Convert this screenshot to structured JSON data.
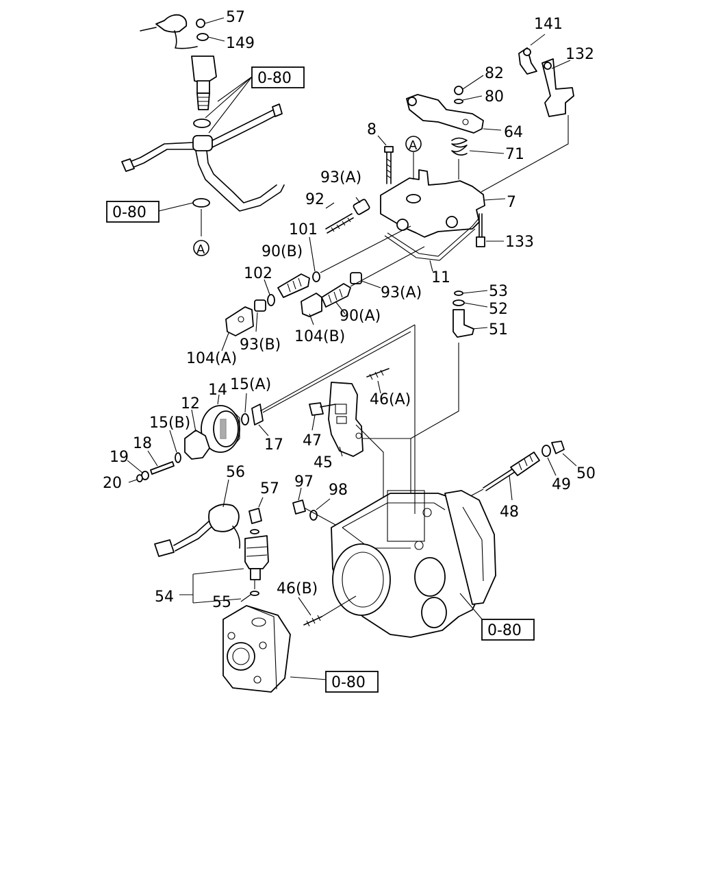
{
  "callouts": [
    {
      "id": "c57a",
      "text": "57"
    },
    {
      "id": "c149",
      "text": "149"
    },
    {
      "id": "c141",
      "text": "141"
    },
    {
      "id": "c132",
      "text": "132"
    },
    {
      "id": "c82",
      "text": "82"
    },
    {
      "id": "c80",
      "text": "80"
    },
    {
      "id": "c64",
      "text": "64"
    },
    {
      "id": "c8",
      "text": "8"
    },
    {
      "id": "c71",
      "text": "71"
    },
    {
      "id": "c93a1",
      "text": "93(A)"
    },
    {
      "id": "c7",
      "text": "7"
    },
    {
      "id": "c92",
      "text": "92"
    },
    {
      "id": "c101",
      "text": "101"
    },
    {
      "id": "c133",
      "text": "133"
    },
    {
      "id": "c90b",
      "text": "90(B)"
    },
    {
      "id": "c102",
      "text": "102"
    },
    {
      "id": "c11",
      "text": "11"
    },
    {
      "id": "c93a2",
      "text": "93(A)"
    },
    {
      "id": "c53",
      "text": "53"
    },
    {
      "id": "c52",
      "text": "52"
    },
    {
      "id": "c90a",
      "text": "90(A)"
    },
    {
      "id": "c51",
      "text": "51"
    },
    {
      "id": "c93b",
      "text": "93(B)"
    },
    {
      "id": "c104b",
      "text": "104(B)"
    },
    {
      "id": "c104a",
      "text": "104(A)"
    },
    {
      "id": "c15a",
      "text": "15(A)"
    },
    {
      "id": "c46a",
      "text": "46(A)"
    },
    {
      "id": "c14",
      "text": "14"
    },
    {
      "id": "c12",
      "text": "12"
    },
    {
      "id": "c15b",
      "text": "15(B)"
    },
    {
      "id": "c17",
      "text": "17"
    },
    {
      "id": "c47",
      "text": "47"
    },
    {
      "id": "c18",
      "text": "18"
    },
    {
      "id": "c19",
      "text": "19"
    },
    {
      "id": "c45",
      "text": "45"
    },
    {
      "id": "c50",
      "text": "50"
    },
    {
      "id": "c20",
      "text": "20"
    },
    {
      "id": "c56",
      "text": "56"
    },
    {
      "id": "c49",
      "text": "49"
    },
    {
      "id": "c97",
      "text": "97"
    },
    {
      "id": "c98",
      "text": "98"
    },
    {
      "id": "c57b",
      "text": "57"
    },
    {
      "id": "c48",
      "text": "48"
    },
    {
      "id": "c54",
      "text": "54"
    },
    {
      "id": "c46b",
      "text": "46(B)"
    },
    {
      "id": "c55",
      "text": "55"
    }
  ],
  "boxed_refs": [
    {
      "id": "b1",
      "text": "0-80"
    },
    {
      "id": "b2",
      "text": "0-80"
    },
    {
      "id": "b3",
      "text": "0-80"
    },
    {
      "id": "b4",
      "text": "0-80"
    }
  ],
  "circle_markers": [
    {
      "id": "m1",
      "text": "A"
    },
    {
      "id": "m2",
      "text": "A"
    }
  ]
}
